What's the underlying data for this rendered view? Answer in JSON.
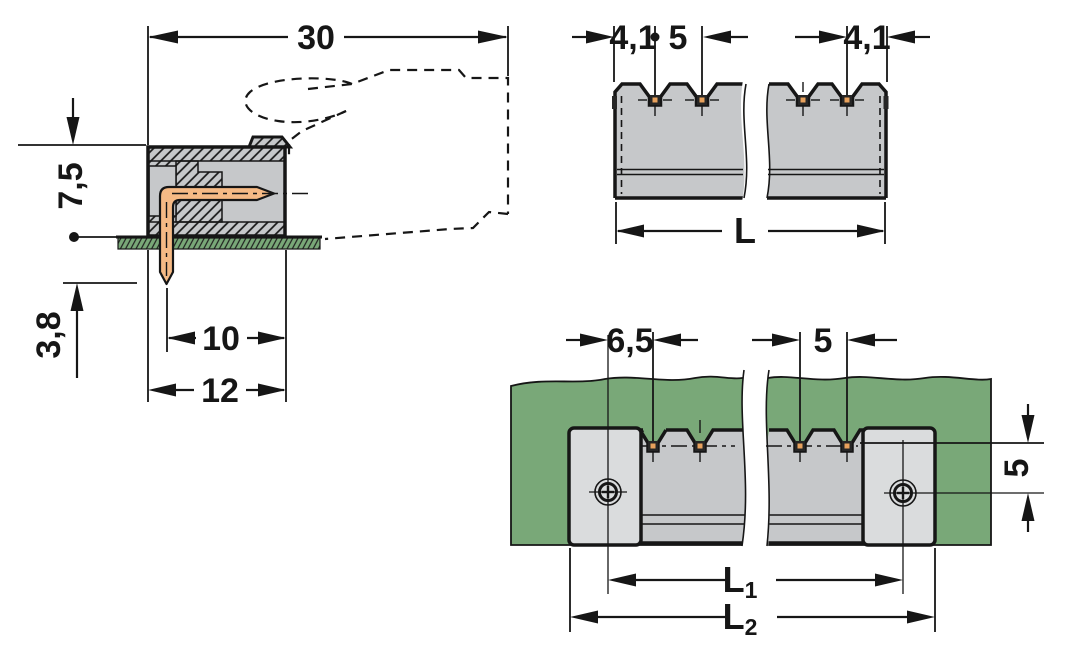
{
  "colors": {
    "outline": "#161616",
    "body_gray": "#c6c8ca",
    "flange_gray": "#dadcdd",
    "pcb_green": "#79a878",
    "pin_copper": "#f6ba85",
    "pin_core_orange": "#e8a15c",
    "background": "#ffffff"
  },
  "side_view": {
    "dim_width_total": "30",
    "dim_height_above_board": "7,5",
    "dim_pin_length_below_board": "3,8",
    "dim_pin_to_front": "10",
    "dim_housing_depth": "12"
  },
  "front_view": {
    "dim_edge_to_first_pin": "4,1",
    "dim_pin_pitch": "5",
    "dim_last_pin_to_edge": "4,1",
    "dim_total_length": "L"
  },
  "mounting_view": {
    "dim_screw_to_first_pin": "6,5",
    "dim_pin_pitch": "5",
    "dim_pin_row_to_screw_row": "5",
    "dim_screw_spacing_main": "L",
    "dim_screw_spacing_sub": "1",
    "dim_overall_length_main": "L",
    "dim_overall_length_sub": "2"
  }
}
